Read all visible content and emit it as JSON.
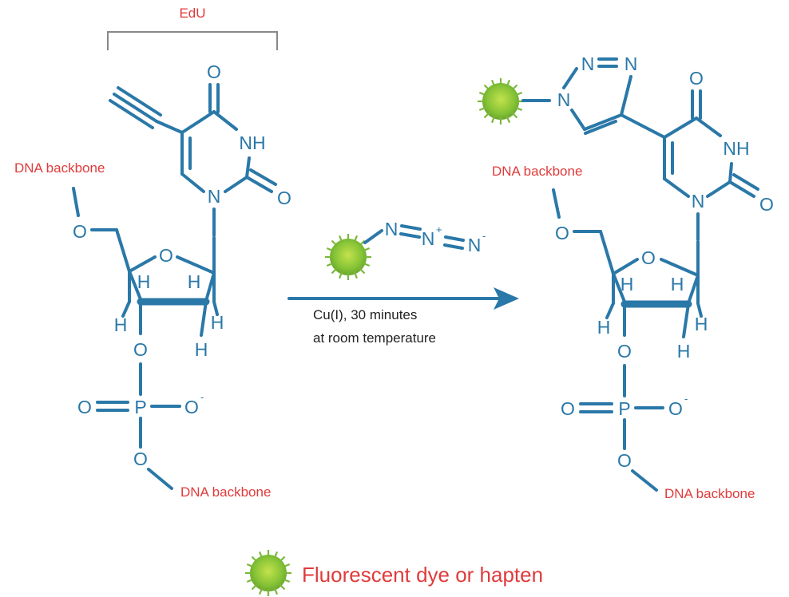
{
  "labels": {
    "edu": "EdU",
    "dna_backbone": "DNA backbone",
    "reaction_condition_line1": "Cu(I), 30 minutes",
    "reaction_condition_line2": "at room temperature",
    "legend": "Fluorescent dye or hapten"
  },
  "atoms": {
    "oxygen": "O",
    "nitrogen": "N",
    "hydrogen": "H",
    "phosphorus": "P",
    "imide": "NH"
  },
  "charges": {
    "minus": "-",
    "plus": "+"
  },
  "colors": {
    "structure": "#2a78a8",
    "label": "#e03b3b",
    "dye": "#7ab83a",
    "bracket": "#888888"
  },
  "icons": {
    "dye": "green-dye-sphere-icon"
  }
}
